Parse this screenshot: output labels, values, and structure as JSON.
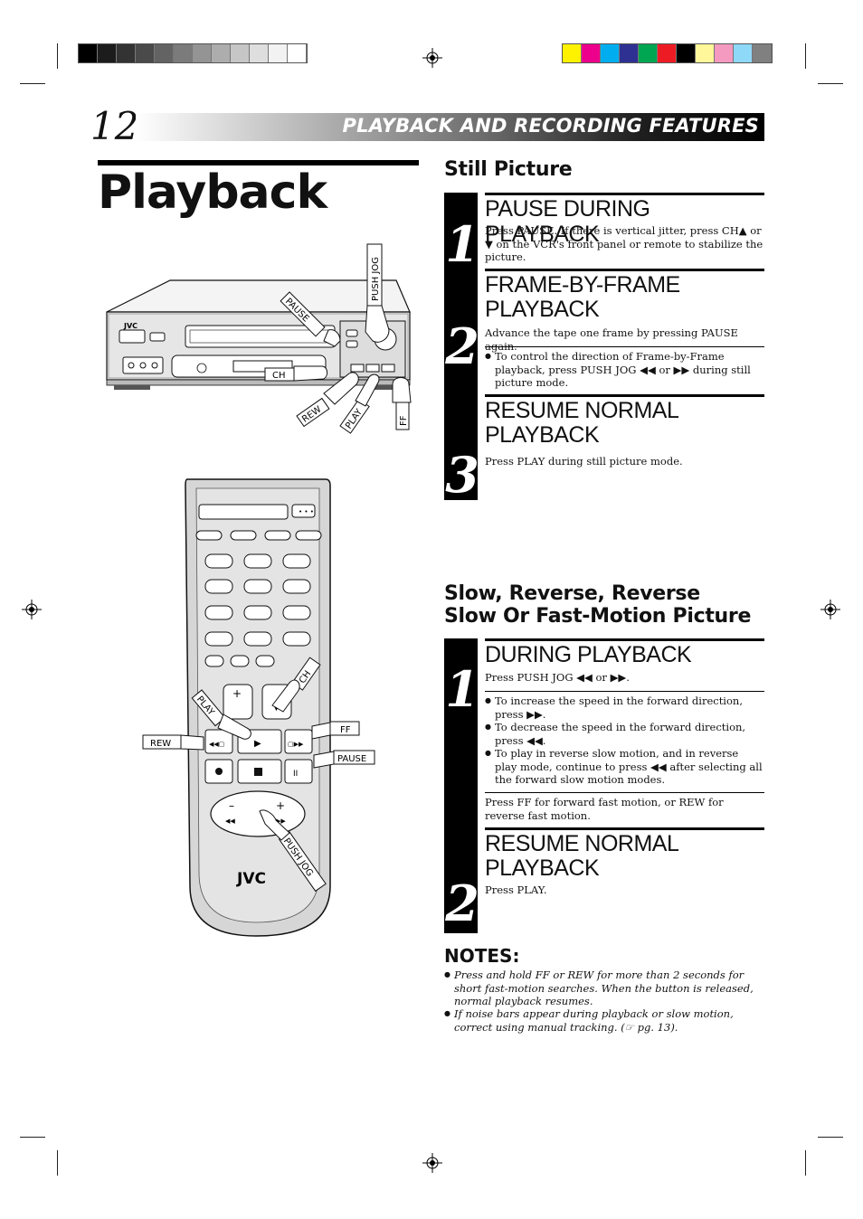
{
  "page_number": "12",
  "section_banner": "PLAYBACK AND RECORDING FEATURES",
  "title": "Playback",
  "swatch_colors": {
    "grays": [
      "#000000",
      "#1c1c1c",
      "#333333",
      "#4a4a4a",
      "#636363",
      "#7b7b7b",
      "#949494",
      "#adadad",
      "#c6c6c6",
      "#dedede",
      "#f2f2f2",
      "#ffffff"
    ],
    "colors": [
      "#fff200",
      "#ec008c",
      "#00aeef",
      "#2e3192",
      "#00a651",
      "#ed1c24",
      "#000000",
      "#fff799",
      "#f49ac1",
      "#8ed8f8",
      "#808080"
    ]
  },
  "still_picture": {
    "heading": "Still Picture",
    "steps": [
      {
        "number": "1",
        "heading": "PAUSE DURING PLAYBACK",
        "body": "Press PAUSE. If there is vertical jitter, press CH▲ or ▼ on the VCR's front panel or remote to stabilize the picture."
      },
      {
        "number": "2",
        "heading_line1": "FRAME-BY-FRAME",
        "heading_line2": "PLAYBACK",
        "body": "Advance the tape one frame by pressing PAUSE again.",
        "bullet": "To control the direction of Frame-by-Frame playback, press PUSH JOG ◀◀ or ▶▶ during still picture mode."
      },
      {
        "number": "3",
        "heading_line1": "RESUME NORMAL",
        "heading_line2": "PLAYBACK",
        "body": "Press PLAY during still picture mode."
      }
    ]
  },
  "slow_motion": {
    "heading_line1": "Slow, Reverse, Reverse",
    "heading_line2": "Slow Or Fast-Motion Picture",
    "steps": [
      {
        "number": "1",
        "heading": "DURING PLAYBACK",
        "body": "Press PUSH JOG ◀◀ or ▶▶.",
        "bullets": [
          "To increase the speed in the forward direction, press ▶▶.",
          "To decrease the speed in the forward direction, press ◀◀.",
          "To play in reverse slow motion, and in reverse play mode, continue to press ◀◀ after selecting all the forward slow motion modes."
        ],
        "extra": "Press FF for forward fast motion, or REW for reverse fast motion."
      },
      {
        "number": "2",
        "heading_line1": "RESUME NORMAL",
        "heading_line2": "PLAYBACK",
        "body": "Press PLAY."
      }
    ]
  },
  "notes": {
    "heading": "NOTES:",
    "items": [
      "Press and hold FF or REW for more than 2 seconds for short fast-motion searches. When the button is released, normal playback resumes.",
      "If noise bars appear during playback or slow motion, correct using manual tracking. (☞ pg. 13)."
    ]
  },
  "vcr_labels": {
    "brand": "JVC",
    "pause": "PAUSE",
    "push_jog": "PUSH JOG",
    "ch": "CH",
    "rew": "REW",
    "play": "PLAY",
    "ff": "FF"
  },
  "remote_labels": {
    "brand": "JVC",
    "ch": "CH",
    "play": "PLAY",
    "ff": "FF",
    "rew": "REW",
    "pause": "PAUSE",
    "push_jog": "PUSH JOG"
  }
}
